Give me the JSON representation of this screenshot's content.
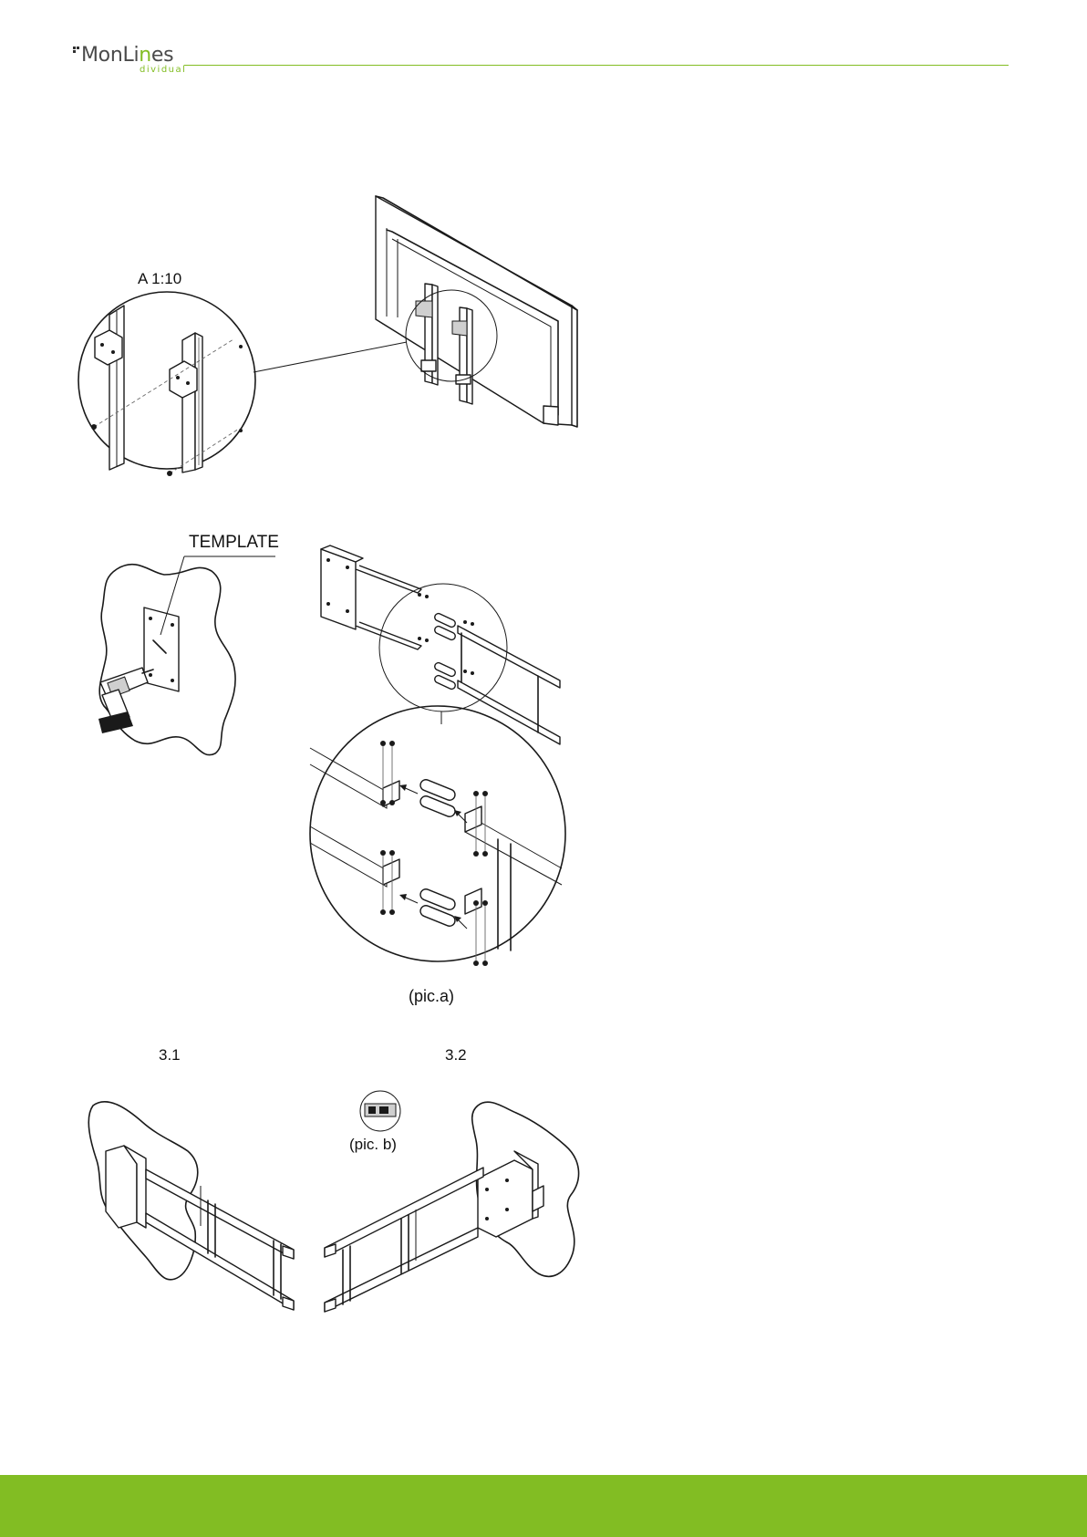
{
  "brand": {
    "logo_main_prefix": "MonLi",
    "logo_main_accent": "n",
    "logo_main_suffix": "es",
    "logo_sub": "dividual",
    "accent_color": "#82bd23"
  },
  "figures": {
    "detail_scale_label": "A 1:10",
    "template_label": "TEMPLATE",
    "pic_a_caption": "(pic.a)",
    "step_3_1_label": "3.1",
    "step_3_2_label": "3.2",
    "pic_b_caption": "(pic. b)"
  }
}
